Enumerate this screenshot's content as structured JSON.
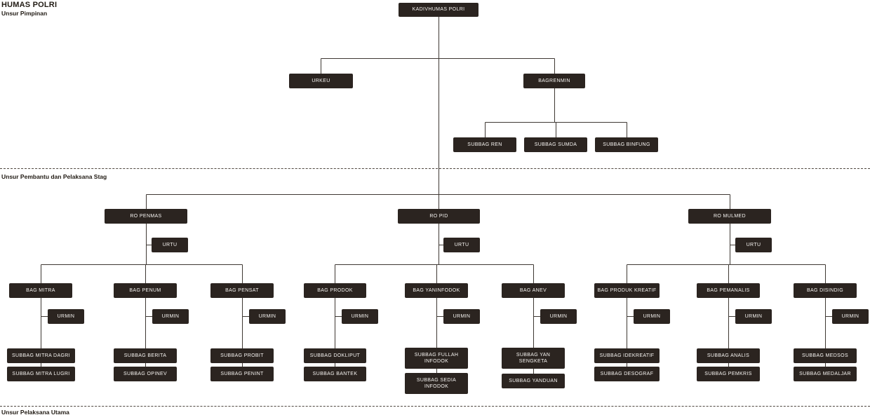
{
  "title": "HUMAS POLRI",
  "sections": {
    "pimpinan": "Unsur Pimpinan",
    "pembantu_pelaksana_staf": "Unsur Pembantu dan Pelaksana Stag",
    "pelaksana_utama": "Unsur Pelaksana Utama"
  },
  "colors": {
    "node_bg": "#2b2420",
    "node_text": "#f7f5f2",
    "connector": "#3e3833",
    "divider": "#4f473f",
    "background": "#ffffff"
  },
  "nodes": {
    "kadivhumas": "KADIVHUMAS POLRI",
    "urkeu": "URKEU",
    "bagrenmin": "BAGRENMIN",
    "subbag_ren": "SUBBAG REN",
    "subbag_sumda": "SUBBAG SUMDA",
    "subbag_binfung": "SUBBAG BINFUNG",
    "ro_penmas": "RO PENMAS",
    "ro_pid": "RO PID",
    "ro_mulmed": "RO MULMED",
    "urtu_penmas": "URTU",
    "urtu_pid": "URTU",
    "urtu_mulmed": "URTU",
    "bag_mitra": "BAG MITRA",
    "bag_penum": "BAG PENUM",
    "bag_pensat": "BAG PENSAT",
    "bag_prodok": "BAG PRODOK",
    "bag_yaninfodok": "BAG YANINFODOK",
    "bag_anev": "BAG ANEV",
    "bag_produk_kreatif": "BAG PRODUK KREATIF",
    "bag_pemanalis": "BAG PEMANALIS",
    "bag_disindig": "BAG DISINDIG",
    "urmin_mitra": "URMIN",
    "urmin_penum": "URMIN",
    "urmin_pensat": "URMIN",
    "urmin_prodok": "URMIN",
    "urmin_yaninfodok": "URMIN",
    "urmin_anev": "URMIN",
    "urmin_produk_kreatif": "URMIN",
    "urmin_pemanalis": "URMIN",
    "urmin_disindig": "URMIN",
    "subbag_mitra_dagri": "SUBBAG MITRA DAGRI",
    "subbag_mitra_lugri": "SUBBAG MITRA LUGRI",
    "subbag_berita": "SUBBAG BERITA",
    "subbag_opinev": "SUBBAG OPINEV",
    "subbag_probit": "SUBBAG PROBIT",
    "subbag_penint": "SUBBAG PENINT",
    "subbag_dokliput": "SUBBAG DOKLIPUT",
    "subbag_bantek": "SUBBAG BANTEK",
    "subbag_fullah_infodok": "SUBBAG FULLAH INFODOK",
    "subbag_sedia_infodok": "SUBBAG SEDIA INFODOK",
    "subbag_yan_sengketa": "SUBBAG YAN SENGKETA",
    "subbag_yanduan": "SUBBAG YANDUAN",
    "subbag_idekreatif": "SUBBAG IDEKREATIF",
    "subbag_desograf": "SUBBAG DESOGRAF",
    "subbag_analis": "SUBBAG ANALIS",
    "subbag_pemkris": "SUBBAG PEMKRIS",
    "subbag_medsos": "SUBBAG MEDSOS",
    "subbag_medaljar": "SUBBAG MEDALJAR"
  }
}
